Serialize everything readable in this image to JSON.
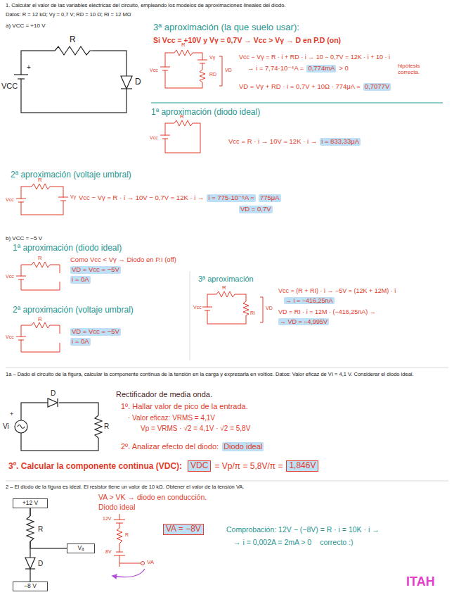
{
  "diagram": {
    "nodes": [
      {
        "text": [
          "VDC"
        ]
      },
      {
        "text": [
          "1,846V"
        ]
      },
      {
        "text": [
          "+12 V"
        ]
      },
      {
        "text": [
          "VA = −8V"
        ]
      },
      {
        "text": [
          "Vₐ"
        ]
      },
      {
        "text": [
          "−8 V"
        ]
      }
    ],
    "edges": [
      {
        "from": 2,
        "to": 4,
        "arrow": "none"
      },
      {
        "from": 2,
        "to": 5,
        "arrow": "none"
      }
    ],
    "labels": [
      "1. Calcular el valor de las variables eléctricas del circuito, empleando los modelos de aproximaciones lineales del diodo.",
      "Datos: R = 12 kΩ; Vγ = 0,7 V; RD = 10 Ω; RI = 12 MΩ",
      "a) VCC = +10 V",
      "R",
      "+",
      "VCC",
      "D",
      "3ª aproximación (la que suelo usar):",
      "Si Vcc = +10V y Vγ = 0,7V → Vcc > Vγ → D en P.D (on)",
      "R",
      "Vγ",
      "RD",
      "VD",
      "Vcc",
      "Vcc − Vγ = R · i + RD · i → 10 − 0,7V = 12K · i + 10 · i",
      "→ i = 7,74·10⁻⁴A =",
      "0,774mA",
      "> 0",
      "hipótesis correcta.",
      "VD = Vγ + RD · i = 0,7V + 10Ω · 774μA =",
      "0,7077V",
      "1ª aproximación (diodo ideal)",
      "R",
      "Vcc",
      "Vcc = R · i → 10V = 12K · i →",
      "i = 833,33μA",
      "2ª aproximación (voltaje umbral)",
      "R",
      "Vγ",
      "Vcc",
      "Vcc − Vγ = R · i → 10V − 0,7V = 12K · i →",
      "i = 775·10⁻⁶A =",
      "775μA",
      "VD = 0,7V",
      "b) VCC = −5 V",
      "1ª aproximación (diodo ideal)",
      "R",
      "Vcc",
      "Como Vcc < Vγ → Diodo en P.I (off)",
      "VD = Vcc = −5V",
      "i = 0A",
      "2ª aproximación (voltaje umbral)",
      "R",
      "Vcc",
      "VD = Vcc = −5V",
      "i = 0A",
      "3ª aproximación",
      "R",
      "RI",
      "VD",
      "Vcc",
      "Vcc = (R + RI) · i → −5V = (12K + 12M) · i",
      "→ i = −416,25nA",
      "VD = RI · i = 12M · (−416,25nA) →",
      "→ VD = −4,995V",
      "1a – Dado el circuito de la figura, calcular la componente continua de la tensión en la carga y expresarla en voltios. Datos: Valor eficaz de VI = 4,1 V. Considerar el diodo ideal.",
      "D",
      "+",
      "Vi",
      "R",
      "Rectificador de media onda.",
      "1º. Hallar valor de pico de la entrada.",
      "· Valor eficaz: VRMS = 4,1V",
      "Vp = VRMS · √2 = 4,1V · √2 = 5,8V",
      "2º. Analizar efecto del diodo:",
      "Diodo ideal",
      "3º. Calcular la componente continua (VDC):",
      "= Vp/π = 5,8V/π =",
      "2 – El diodo de la figura es ideal. El resistor tiene un valor de 10 kΩ. Obtener el valor de la tensión VA.",
      "R",
      "D",
      "VA > VK → diodo en conducción.",
      "Diodo ideal",
      "12V",
      "R",
      "8V",
      "VA",
      "Comprobación: 12V − (−8V) = R · i = 10K · i →",
      "→ i = 0,002A = 2mA > 0",
      "correcto :)",
      "ITAH"
    ]
  }
}
